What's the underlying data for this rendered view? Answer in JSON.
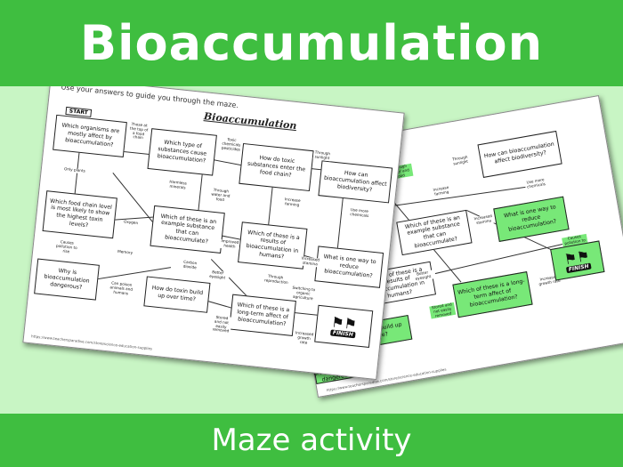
{
  "header": {
    "title": "Bioaccumulation"
  },
  "footer": {
    "subtitle": "Maze activity"
  },
  "worksheet": {
    "title": "Bioaccumulation",
    "instructions": "Use your answers to guide you through the maze.",
    "start": "START",
    "finish": "FINISH",
    "url": "https://www.teachersparadise.com/store/science-education-supplies",
    "questions": {
      "q1": "Which organisms are mostly affect by bioaccumulation?",
      "q2": "Which type of substances cause bioaccumulation?",
      "q3": "How do toxic substances enter the food chain?",
      "q4": "How can bioaccumulation affect biodiversity?",
      "q5": "Which food chain level is most likely to show the highest toxin levels?",
      "q6": "Which of these is an example substance that can bioaccumulate?",
      "q7": "Which of these is a results of bioaccumulation in humans?",
      "q8": "What is one way to reduce bioaccumulation?",
      "q9": "Why is bioaccumulation dangerous?",
      "q10": "How do toxin build up over time?",
      "q11": "Which of these is a long-term affect of bioaccumulation?"
    },
    "answers": {
      "a1": "Those at the top of a food chain",
      "a2": "Toxic chemicals pesticides",
      "a3": "Through sunlight",
      "a4": "Only plants",
      "a5": "Harmless minerals",
      "a6": "Through water and food",
      "a7": "Increase farming",
      "a8": "Oxygen",
      "a9": "Improved health",
      "a10": "Increased stamina",
      "a11": "Use more chemicals",
      "a12": "Memory",
      "a13": "Carbon dioxide",
      "a14": "Better eyesight",
      "a15": "Through reproduction",
      "a16": "Switching to organic agriculture",
      "a17": "Can poison animals and humans",
      "a18": "Stored and not easily removed",
      "a19": "Increased growth rate",
      "a20": "Causes pollution to rise"
    }
  }
}
